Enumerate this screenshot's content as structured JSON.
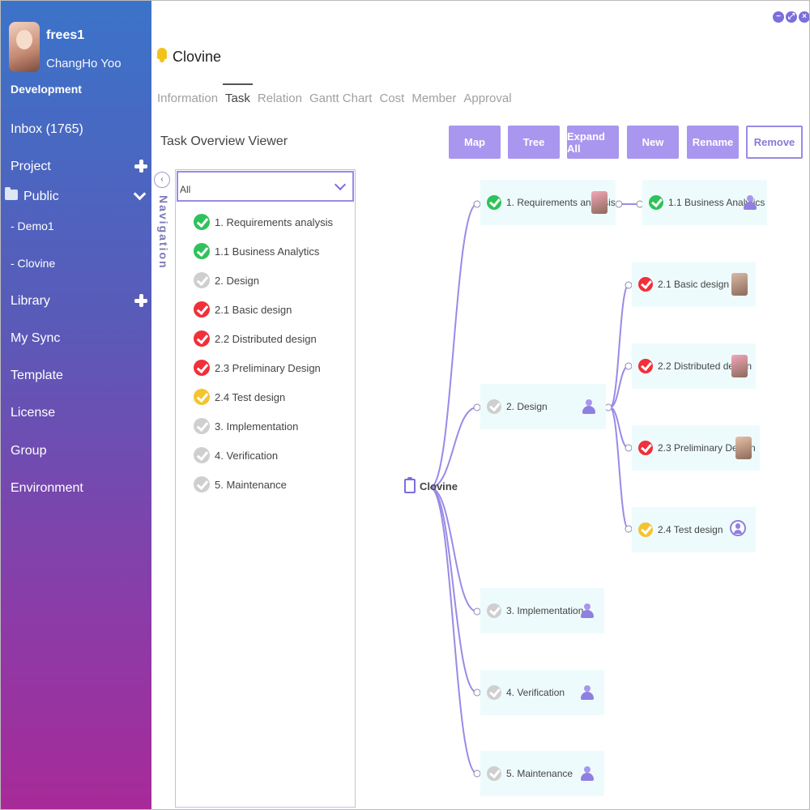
{
  "window": {
    "controls": [
      "−",
      "⤢",
      "×"
    ]
  },
  "user": {
    "name": "frees1",
    "full_name": "ChangHo Yoo",
    "department": "Development"
  },
  "sidebar": {
    "inbox": "Inbox (1765)",
    "project": "Project",
    "public": "Public",
    "projects": [
      "- Demo1",
      "- Clovine"
    ],
    "library": "Library",
    "my_sync": "My Sync",
    "template": "Template",
    "license": "License",
    "group": "Group",
    "environment": "Environment"
  },
  "header": {
    "title": "Clovine"
  },
  "tabs": [
    "Information",
    "Task",
    "Relation",
    "Gantt Chart",
    "Cost",
    "Member",
    "Approval"
  ],
  "active_tab": "Task",
  "viewer": {
    "title": "Task Overview Viewer",
    "navigation_label": "Navigation",
    "nav_toggle": "‹"
  },
  "toolbar": {
    "map": "Map",
    "tree": "Tree",
    "expand_all": "Expand All",
    "new": "New",
    "rename": "Rename",
    "remove": "Remove"
  },
  "filter": {
    "value": "All"
  },
  "status_colors": {
    "done": "#2fc25b",
    "pending": "#cfcfcf",
    "overdue": "#f0303a",
    "in_progress": "#f4c430"
  },
  "task_list": [
    {
      "label": "1. Requirements analysis",
      "status": "done"
    },
    {
      "label": "1.1 Business Analytics",
      "status": "done"
    },
    {
      "label": "2. Design",
      "status": "pending"
    },
    {
      "label": "2.1 Basic design",
      "status": "overdue"
    },
    {
      "label": "2.2 Distributed design",
      "status": "overdue"
    },
    {
      "label": "2.3 Preliminary Design",
      "status": "overdue"
    },
    {
      "label": "2.4 Test design",
      "status": "in_progress"
    },
    {
      "label": "3. Implementation",
      "status": "pending"
    },
    {
      "label": "4. Verification",
      "status": "pending"
    },
    {
      "label": "5. Maintenance",
      "status": "pending"
    }
  ],
  "map": {
    "root": "Clovine",
    "nodes": [
      {
        "label": "1. Requirements analysis",
        "status": "done",
        "icon": "avatar-icon"
      },
      {
        "label": "1.1 Business Analytics",
        "status": "done",
        "icon": "team-icon"
      },
      {
        "label": "2. Design",
        "status": "pending",
        "icon": "team-icon"
      },
      {
        "label": "2.1 Basic design",
        "status": "overdue",
        "icon": "avatar-icon"
      },
      {
        "label": "2.2 Distributed design",
        "status": "overdue",
        "icon": "avatar-icon"
      },
      {
        "label": "2.3 Preliminary Design",
        "status": "overdue",
        "icon": "avatar-icon"
      },
      {
        "label": "2.4 Test design",
        "status": "in_progress",
        "icon": "person-icon"
      },
      {
        "label": "3. Implementation",
        "status": "pending",
        "icon": "team-icon"
      },
      {
        "label": "4. Verification",
        "status": "pending",
        "icon": "team-icon"
      },
      {
        "label": "5. Maintenance",
        "status": "pending",
        "icon": "team-icon"
      }
    ]
  }
}
